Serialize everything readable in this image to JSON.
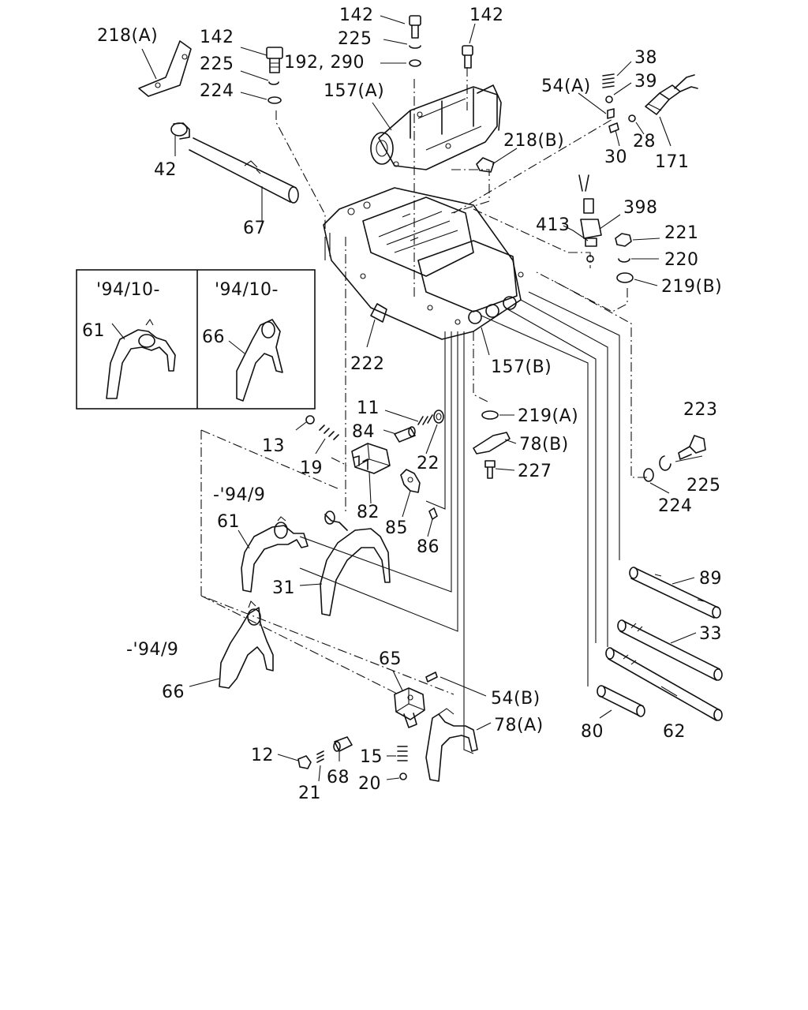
{
  "labels": {
    "l218a": "218(A)",
    "l142a": "142",
    "l225a": "225",
    "l224a": "224",
    "l42": "42",
    "l67": "67",
    "l142b": "142",
    "l225b": "225",
    "l192_290": "192, 290",
    "l157a": "157(A)",
    "l142c": "142",
    "l218b": "218(B)",
    "l54a": "54(A)",
    "l38": "38",
    "l39": "39",
    "l28": "28",
    "l30": "30",
    "l171": "171",
    "l413": "413",
    "l398": "398",
    "l221": "221",
    "l220": "220",
    "l219b": "219(B)",
    "l222": "222",
    "l157b": "157(B)",
    "l11": "11",
    "l84": "84",
    "l13": "13",
    "l19": "19",
    "l22": "22",
    "l82": "82",
    "l85": "85",
    "l86": "86",
    "l219a": "219(A)",
    "l78b": "78(B)",
    "l227": "227",
    "l223": "223",
    "l225c": "225",
    "l224b": "224",
    "l61a": "61",
    "l66a": "66",
    "l61b": "61",
    "l31": "31",
    "l66b": "66",
    "l89": "89",
    "l33": "33",
    "l62": "62",
    "l80": "80",
    "l65": "65",
    "l54b": "54(B)",
    "l78a": "78(A)",
    "l12": "12",
    "l21": "21",
    "l68": "68",
    "l15": "15",
    "l20": "20"
  },
  "notes": {
    "inset_left": "'94/10-",
    "inset_right": "'94/10-",
    "range_upper": "-'94/9",
    "range_lower": "-'94/9"
  }
}
